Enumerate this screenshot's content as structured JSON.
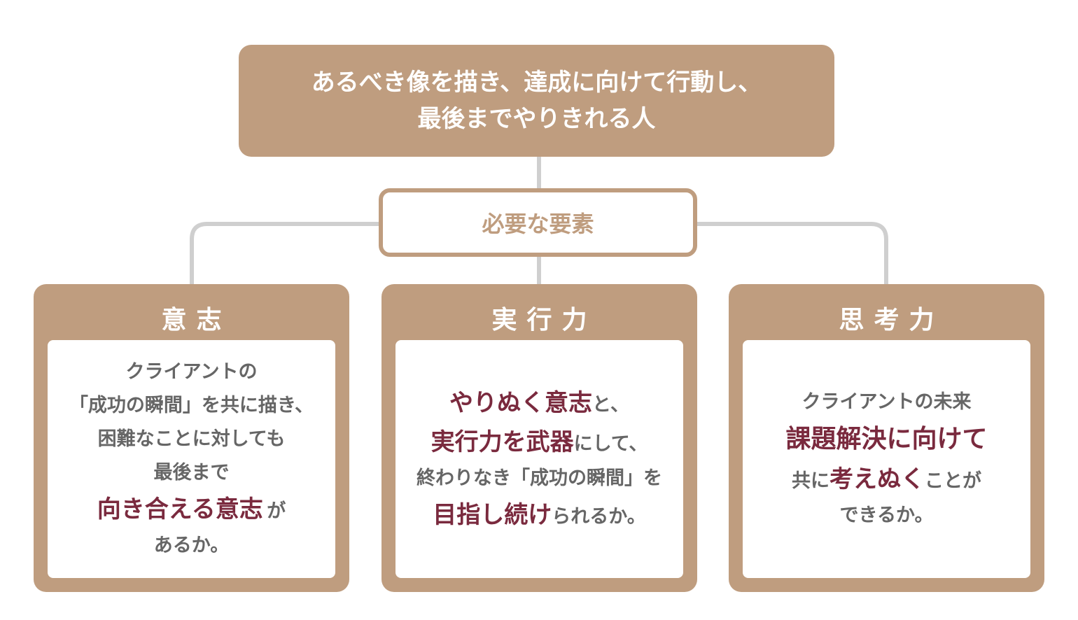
{
  "colors": {
    "accent": "#bf9d7f",
    "highlight": "#7a2a3e",
    "body_text": "#666666",
    "connector": "#cfcfcf"
  },
  "top": {
    "line1": "あるべき像を描き、達成に向けて行動し、",
    "line2": "最後までやりきれる人"
  },
  "middle": {
    "label": "必要な要素"
  },
  "cards": [
    {
      "title": "意志",
      "lines": [
        "クライアントの",
        "「成功の瞬間」を共に描き、",
        "困難なことに対しても",
        "最後まで"
      ],
      "highlight": "向き合える意志",
      "highlight_suffix": "が",
      "last_line": "あるか。"
    },
    {
      "title": "実行力",
      "row1_highlight": "やりぬく意志",
      "row1_suffix": "と、",
      "row2_highlight": "実行力を武器",
      "row2_suffix": "にして、",
      "row3": "終わりなき「成功の瞬間」を",
      "row4_highlight": "目指し続け",
      "row4_suffix": "られるか。"
    },
    {
      "title": "思考力",
      "row1": "クライアントの未来",
      "row2_highlight": "課題解決に向けて",
      "row3_prefix": "共に",
      "row3_highlight": "考えぬく",
      "row3_suffix": "ことが",
      "row4": "できるか。"
    }
  ]
}
